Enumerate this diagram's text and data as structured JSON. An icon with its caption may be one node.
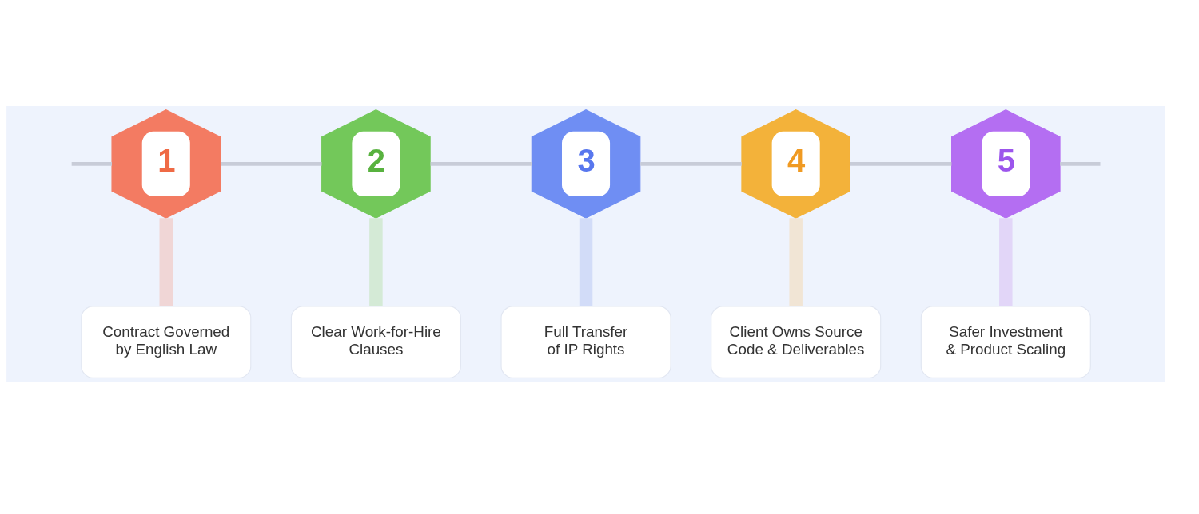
{
  "diagram": {
    "nodes": [
      {
        "text": [
          "1"
        ]
      },
      {
        "text": [
          "2"
        ]
      },
      {
        "text": [
          "3"
        ]
      },
      {
        "text": [
          "4"
        ]
      },
      {
        "text": [
          "5"
        ]
      },
      {
        "text": [
          "Contract Governed by English Law"
        ]
      },
      {
        "text": [
          "Clear Work-for-Hire Clauses"
        ]
      },
      {
        "text": [
          "Full Transfer of IP Rights"
        ]
      },
      {
        "text": [
          "Client Owns Source Code & Deliverables"
        ]
      },
      {
        "text": [
          "Safer Investment & Product Scaling"
        ]
      }
    ],
    "edges": [
      {
        "from": null,
        "to": 0,
        "arrow": "none"
      },
      {
        "from": 0,
        "to": 1,
        "arrow": "none"
      },
      {
        "from": 1,
        "to": 2,
        "arrow": "none"
      },
      {
        "from": 2,
        "to": 3,
        "arrow": "none"
      },
      {
        "from": 3,
        "to": 4,
        "arrow": "none"
      },
      {
        "from": 4,
        "to": null,
        "arrow": "none"
      },
      {
        "from": 0,
        "to": 5,
        "arrow": "none",
        "style": "thick",
        "color": "#f0d6d6"
      },
      {
        "from": 1,
        "to": 6,
        "arrow": "none",
        "style": "thick",
        "color": "#d4ead6"
      },
      {
        "from": 2,
        "to": 7,
        "arrow": "none",
        "style": "thick",
        "color": "#d2dcf8"
      },
      {
        "from": 3,
        "to": 8,
        "arrow": "none",
        "style": "thick",
        "color": "#f1e5d5"
      },
      {
        "from": 4,
        "to": 9,
        "arrow": "none",
        "style": "thick",
        "color": "#e2d6f8"
      }
    ]
  }
}
